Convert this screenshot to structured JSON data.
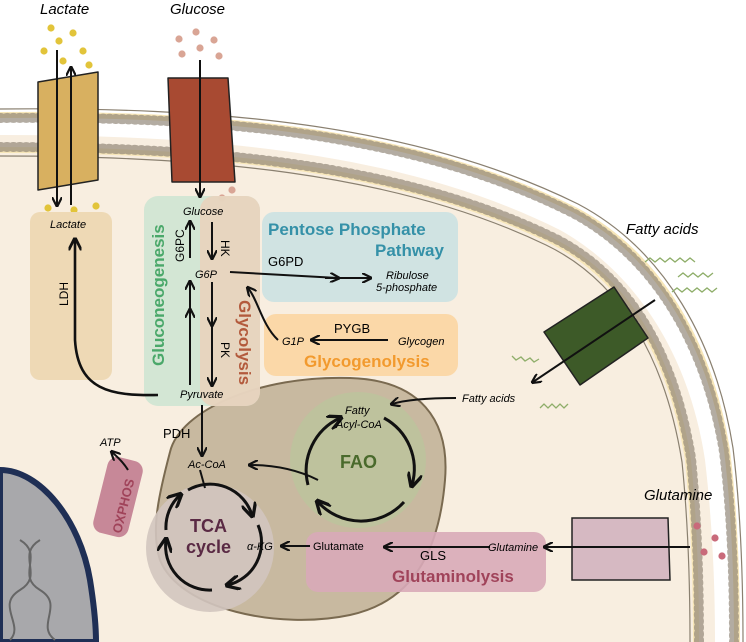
{
  "colors": {
    "cytoplasm": "#f8eee0",
    "membrane_head": "#f7e6b8",
    "membrane_line": "#8a8070",
    "lactate_transporter": "#d8b060",
    "glucose_transporter": "#a84a32",
    "fatty_acid_transporter": "#3d5a28",
    "glutamine_transporter": "#d6b9c2",
    "gluconeogenesis": "#4aa86a",
    "glycolysis": "#b35a3c",
    "pentose": "#3591a8",
    "glycogenolysis": "#f29a2e",
    "fao": "#4a6a2c",
    "tca": "#5a2a44",
    "oxphos": "#a0435a",
    "glutaminolysis": "#a0435a",
    "mitochondria": "#c8b9a0",
    "nucleus": "#a8a8ab"
  },
  "outside": {
    "lactate": "Lactate",
    "glucose": "Glucose",
    "fatty_acids": "Fatty acids",
    "glutamine": "Glutamine"
  },
  "metabolites": {
    "lactate": "Lactate",
    "glucose": "Glucose",
    "g6p": "G6P",
    "pyruvate": "Pyruvate",
    "ribulose_line1": "Ribulose",
    "ribulose_line2": "5-phosphate",
    "g1p": "G1P",
    "glycogen": "Glycogen",
    "fatty_acids": "Fatty acids",
    "fatty_acyl_line1": "Fatty",
    "fatty_acyl_line2": "Acyl-CoA",
    "ac_coa": "Ac-CoA",
    "atp": "ATP",
    "akg": "α-KG",
    "glutamate": "Glutamate",
    "glutamine": "Glutamine"
  },
  "enzymes": {
    "ldh": "LDH",
    "g6pc": "G6PC",
    "hk": "HK",
    "pk": "PK",
    "g6pd": "G6PD",
    "pygb": "PYGB",
    "pdh": "PDH",
    "gls": "GLS"
  },
  "pathways": {
    "gluconeogenesis": "Gluconeogenesis",
    "glycolysis": "Glycolysis",
    "pentose_line1": "Pentose Phosphate",
    "pentose_line2": "Pathway",
    "glycogenolysis": "Glycogenolysis",
    "fao": "FAO",
    "tca_line1": "TCA",
    "tca_line2": "cycle",
    "oxphos": "OXPHOS",
    "glutaminolysis": "Glutaminolysis"
  }
}
